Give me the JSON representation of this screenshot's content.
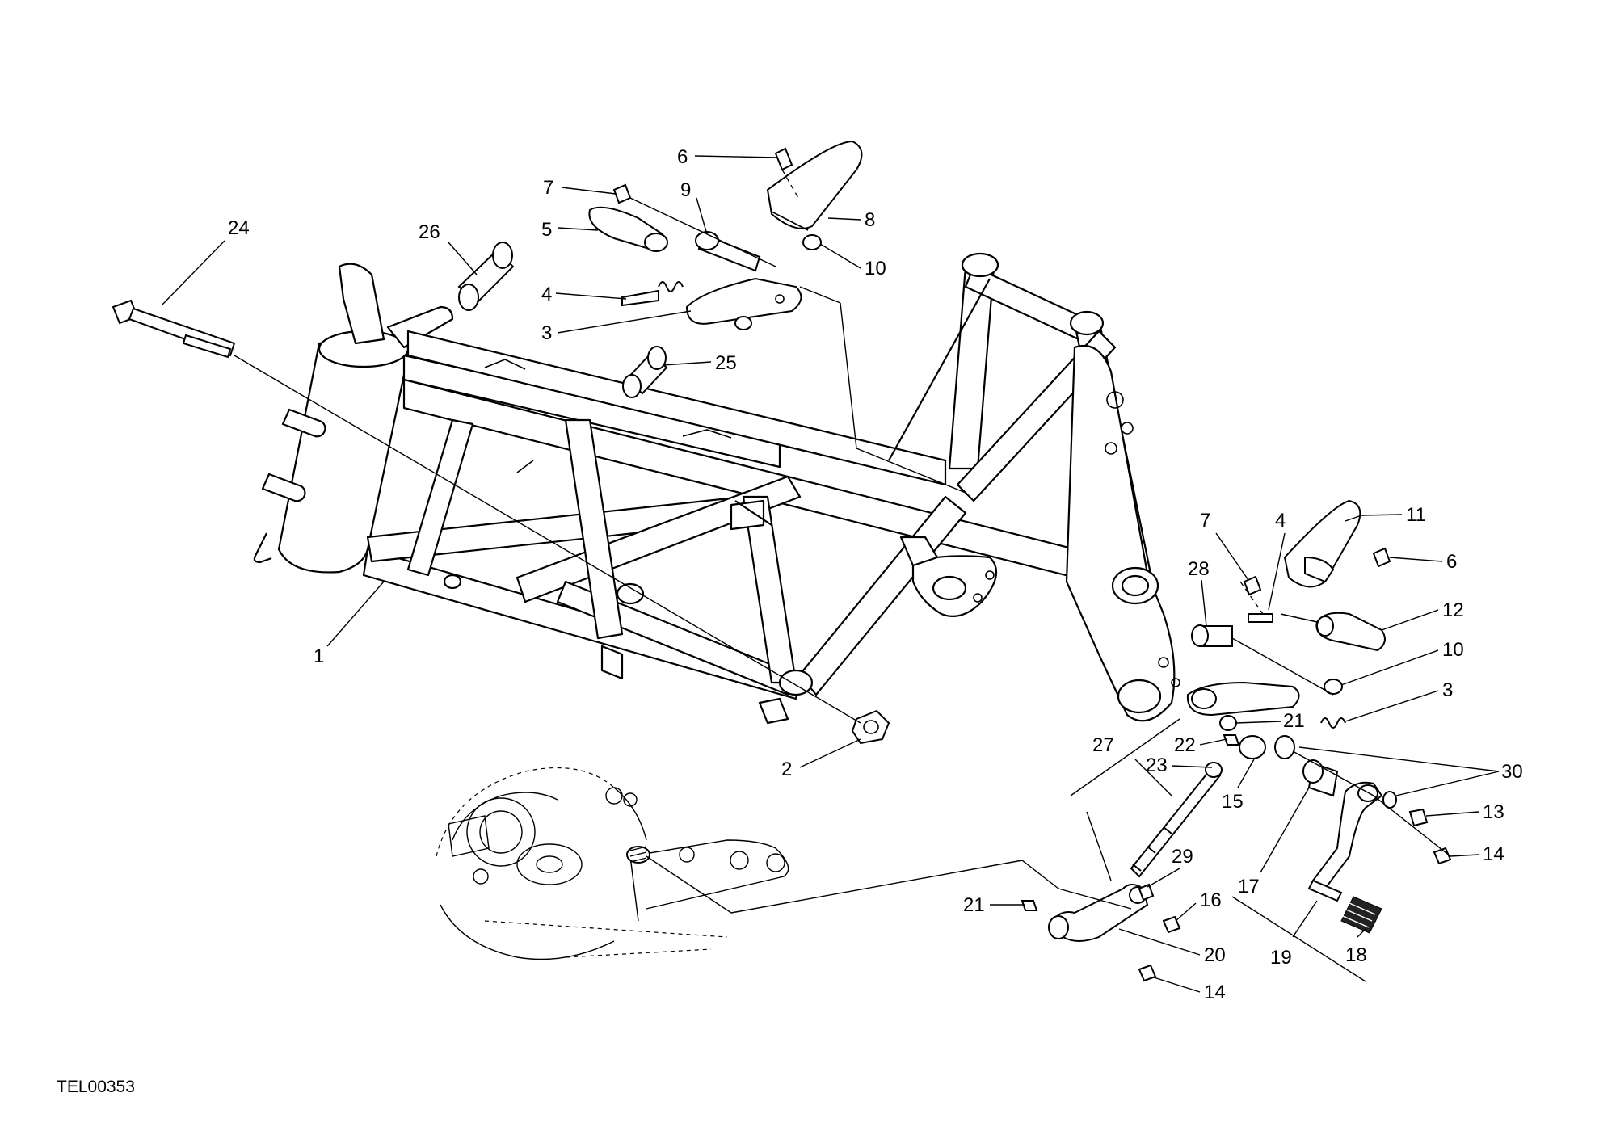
{
  "drawing_code": "TEL00353",
  "callouts": [
    "1",
    "2",
    "3",
    "4",
    "5",
    "6",
    "7",
    "8",
    "9",
    "10",
    "11",
    "12",
    "13",
    "14",
    "15",
    "16",
    "17",
    "18",
    "19",
    "20",
    "21",
    "22",
    "23",
    "24",
    "25",
    "26",
    "27",
    "28",
    "29",
    "30"
  ]
}
